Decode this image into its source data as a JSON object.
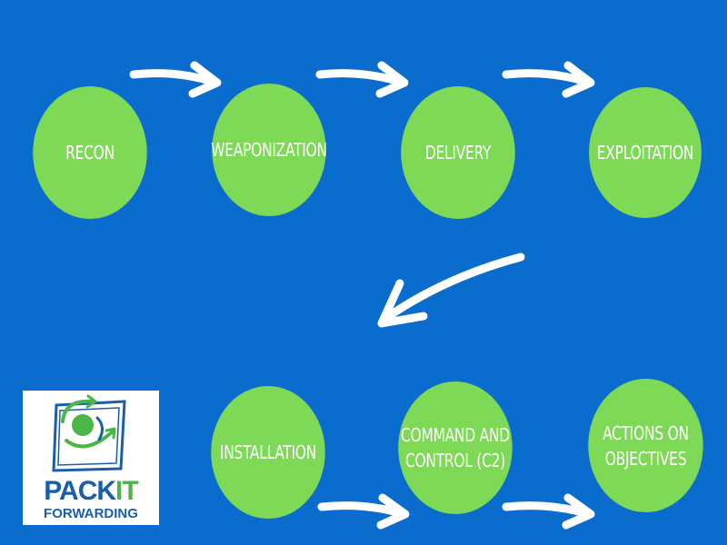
{
  "diagram": {
    "stages": [
      {
        "id": "recon",
        "label": "RECON"
      },
      {
        "id": "weaponization",
        "label": "WEAPONIZATION"
      },
      {
        "id": "delivery",
        "label": "DELIVERY"
      },
      {
        "id": "exploitation",
        "label": "EXPLOITATION"
      },
      {
        "id": "installation",
        "label": "INSTALLATION"
      },
      {
        "id": "c2",
        "label": "COMMAND AND\nCONTROL (C2)"
      },
      {
        "id": "actions",
        "label": "ACTIONS ON\nOBJECTIVES"
      }
    ]
  },
  "logo": {
    "word_part1": "PACK",
    "word_part2": "IT",
    "word_line2": "FORWARDING"
  },
  "colors": {
    "background": "#0a6ccc",
    "node": "#7ed957",
    "text": "#ffffff",
    "arrow": "#ffffff",
    "logo_blue": "#1a5ea8",
    "logo_green": "#4bb648"
  }
}
